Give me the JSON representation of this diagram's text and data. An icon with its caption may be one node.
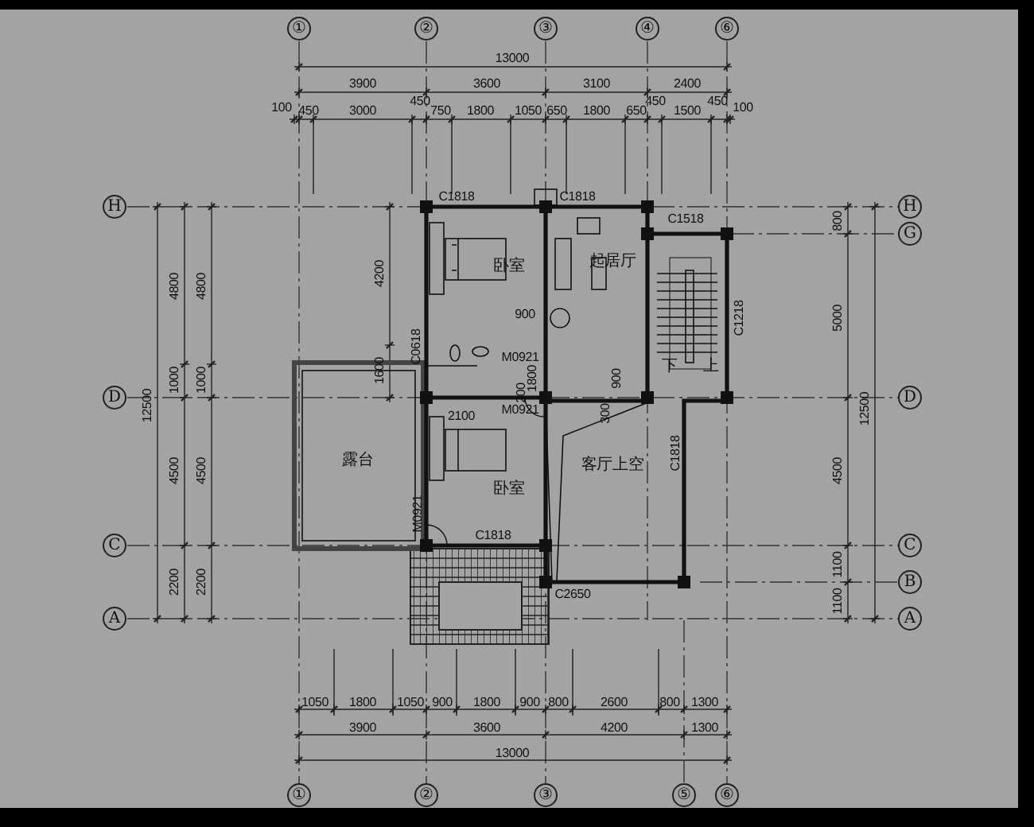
{
  "diagram": {
    "nodes": [
      {
        "text": [
          "①"
        ]
      },
      {
        "text": [
          "②"
        ]
      },
      {
        "text": [
          "③"
        ]
      },
      {
        "text": [
          "④"
        ]
      },
      {
        "text": [
          "⑥"
        ]
      },
      {
        "text": [
          "H"
        ]
      },
      {
        "text": [
          "D"
        ]
      },
      {
        "text": [
          "C"
        ]
      },
      {
        "text": [
          "A"
        ]
      },
      {
        "text": [
          "卧室"
        ]
      },
      {
        "text": [
          "起居厅"
        ]
      },
      {
        "text": [
          "露台"
        ]
      },
      {
        "text": [
          "卧室"
        ]
      },
      {
        "text": [
          "客厅上空"
        ]
      },
      {
        "text": [
          "H"
        ]
      },
      {
        "text": [
          "G"
        ]
      },
      {
        "text": [
          "D"
        ]
      },
      {
        "text": [
          "C"
        ]
      },
      {
        "text": [
          "B"
        ]
      },
      {
        "text": [
          "A"
        ]
      },
      {
        "text": [
          "①"
        ]
      },
      {
        "text": [
          "②"
        ]
      },
      {
        "text": [
          "③"
        ]
      },
      {
        "text": [
          "⑤"
        ]
      },
      {
        "text": [
          "⑥"
        ]
      }
    ],
    "labels": [
      "13000",
      "3900",
      "3600",
      "3100",
      "2400",
      "100",
      "450",
      "3000",
      "450",
      "750",
      "1800",
      "1050",
      "650",
      "1800",
      "650",
      "450",
      "1500",
      "450",
      "100",
      "C1818",
      "C1818",
      "C1518",
      "800",
      "4800",
      "4800",
      "4200",
      "5000",
      "C1218",
      "900",
      "C0618",
      "M0921",
      "下",
      "上",
      "1000",
      "1000",
      "1600",
      "1800",
      "900",
      "200",
      "12500",
      "12500",
      "M0921",
      "300",
      "2100",
      "C1818",
      "4500",
      "4500",
      "4500",
      "M0921",
      "C1818",
      "1100",
      "2200",
      "2200",
      "C2650",
      "1100",
      "1050",
      "1800",
      "1050",
      "900",
      "1800",
      "900",
      "800",
      "2600",
      "800",
      "1300",
      "3900",
      "3600",
      "4200",
      "1300",
      "13000"
    ]
  }
}
